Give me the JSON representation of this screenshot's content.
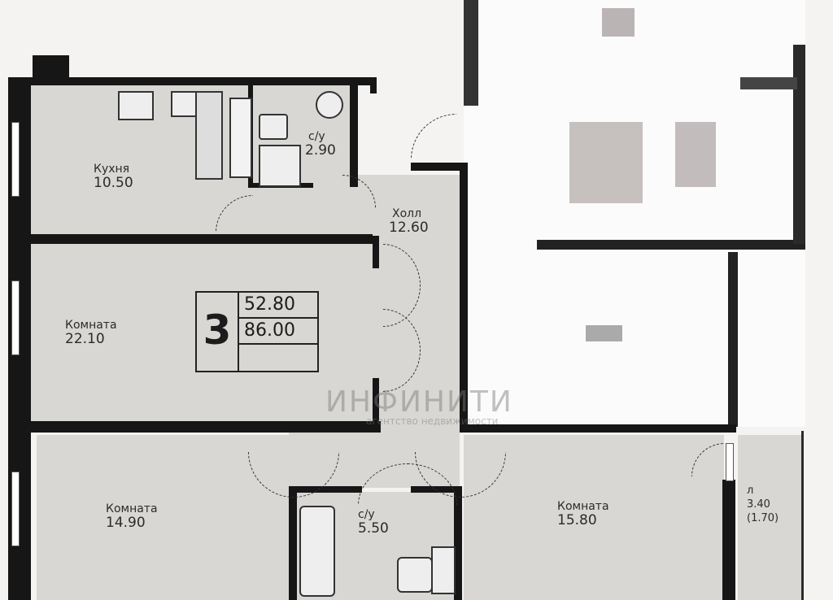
{
  "plan": {
    "rooms": [
      {
        "id": "kitchen",
        "name": "Кухня",
        "area": "10.50"
      },
      {
        "id": "bathroom-1",
        "name": "с/у",
        "area": "2.90"
      },
      {
        "id": "hall",
        "name": "Холл",
        "area": "12.60"
      },
      {
        "id": "room-1",
        "name": "Комната",
        "area": "22.10"
      },
      {
        "id": "room-2",
        "name": "Комната",
        "area": "14.90"
      },
      {
        "id": "bathroom-2",
        "name": "с/у",
        "area": "5.50"
      },
      {
        "id": "room-3",
        "name": "Комната",
        "area": "15.80"
      },
      {
        "id": "balcony",
        "name": "л",
        "area": "3.40",
        "reduced_area": "(1.70)"
      }
    ],
    "summary": {
      "rooms_count": "3",
      "living_area": "52.80",
      "total_area": "86.00"
    },
    "watermark": {
      "text": "ИНФИНИТИ",
      "subtext": "агентство недвижимости"
    }
  },
  "colors": {
    "wall": "#161616",
    "room_fill": "#d9d7d3",
    "background": "#f4f3f1"
  }
}
